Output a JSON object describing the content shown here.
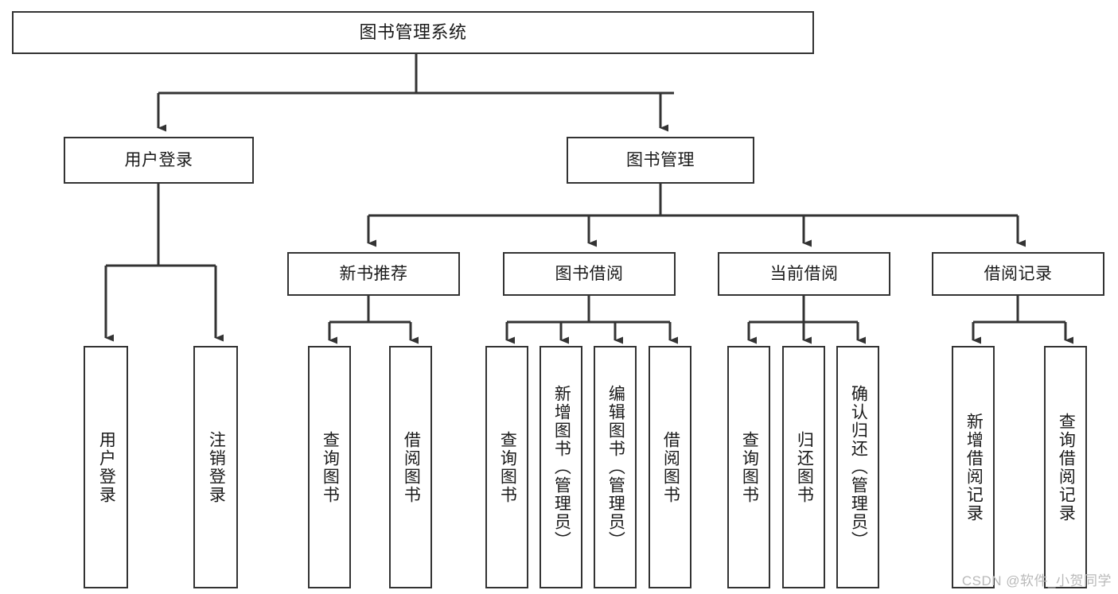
{
  "diagram": {
    "title_node": {
      "label": "图书管理系统"
    },
    "level2": [
      {
        "id": "user-login",
        "label": "用户登录"
      },
      {
        "id": "book-manage",
        "label": "图书管理"
      }
    ],
    "level3": [
      {
        "id": "new-book-recommend",
        "label": "新书推荐"
      },
      {
        "id": "book-borrow",
        "label": "图书借阅"
      },
      {
        "id": "current-borrow",
        "label": "当前借阅"
      },
      {
        "id": "borrow-record",
        "label": "借阅记录"
      }
    ],
    "leaves": [
      {
        "id": "leaf-user-login",
        "label": "用户登录",
        "parent": "user-login"
      },
      {
        "id": "leaf-logout-login",
        "label": "注销登录",
        "parent": "user-login"
      },
      {
        "id": "leaf-query-book-1",
        "label": "查询图书",
        "parent": "new-book-recommend"
      },
      {
        "id": "leaf-borrow-book-1",
        "label": "借阅图书",
        "parent": "new-book-recommend"
      },
      {
        "id": "leaf-query-book-2",
        "label": "查询图书",
        "parent": "book-borrow"
      },
      {
        "id": "leaf-add-book",
        "label": "新增图书（管理员）",
        "parent": "book-borrow"
      },
      {
        "id": "leaf-edit-book",
        "label": "编辑图书（管理员）",
        "parent": "book-borrow"
      },
      {
        "id": "leaf-borrow-book-2",
        "label": "借阅图书",
        "parent": "book-borrow"
      },
      {
        "id": "leaf-query-book-3",
        "label": "查询图书",
        "parent": "current-borrow"
      },
      {
        "id": "leaf-return-book",
        "label": "归还图书",
        "parent": "current-borrow"
      },
      {
        "id": "leaf-confirm-return",
        "label": "确认归还（管理员）",
        "parent": "current-borrow"
      },
      {
        "id": "leaf-add-record",
        "label": "新增借阅记录",
        "parent": "borrow-record"
      },
      {
        "id": "leaf-query-record",
        "label": "查询借阅记录",
        "parent": "borrow-record"
      }
    ],
    "colors": {
      "border": "#333333",
      "text": "#1a1a1a",
      "background": "#ffffff",
      "watermark": "#b9b9b9"
    }
  },
  "watermark": {
    "text": "CSDN @软件_小贺同学"
  }
}
